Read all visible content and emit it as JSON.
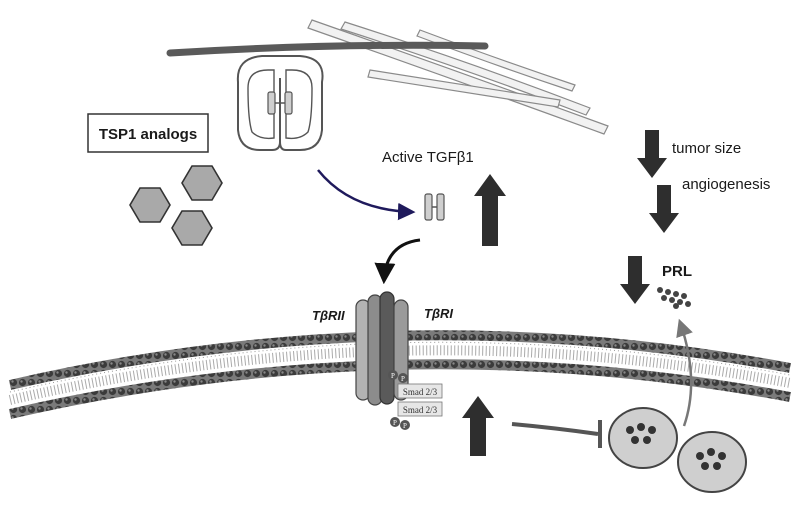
{
  "labels": {
    "tsp1_analogs": "TSP1 analogs",
    "active_tgf": "Active TGFβ1",
    "receptor_2": "TβRII",
    "receptor_1": "TβRI",
    "smad_top": "Smad 2/3",
    "smad_bottom": "Smad 2/3",
    "phospho": "P",
    "tumor_size": "tumor size",
    "angiogenesis": "angiogenesis",
    "prl": "PRL"
  },
  "colors": {
    "arrow_dark": "#2e2e2e",
    "curve_arrow": "#1f1a5c",
    "hexagon_fill": "#a9a9a9",
    "fiber_fill": "#f2f2f2",
    "vesicle_fill": "#cfcfcf",
    "receptor_fill": "#9a9a9a"
  }
}
